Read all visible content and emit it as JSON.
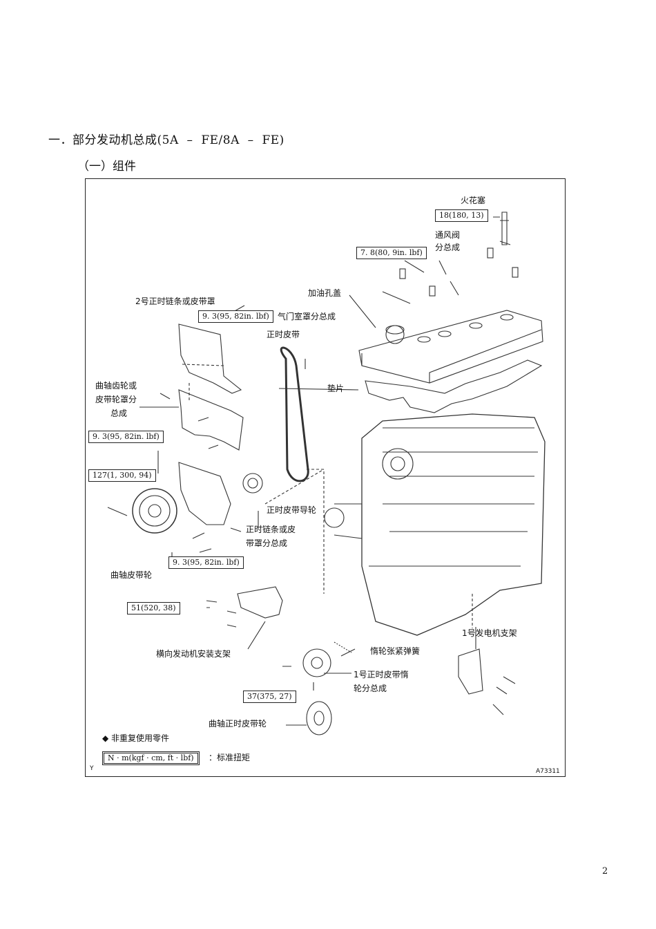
{
  "section_title": "一．部分发动机总成(5A  –  FE/8A  –  FE)",
  "subsection_title": "（一）组件",
  "page_number": "2",
  "figure": {
    "labels": {
      "spark_plug": "火花塞",
      "pcv_valve_line1": "通风阀",
      "pcv_valve_line2": "分总成",
      "oil_filler_cap": "加油孔盖",
      "valve_cover": "气门室罩分总成",
      "timing_belt": "正时皮带",
      "no2_cover": "2号正时链条或皮带罩",
      "crank_cover_line1": "曲轴齿轮或",
      "crank_cover_line2": "皮带轮罩分",
      "crank_cover_line3": "总成",
      "gasket": "垫片",
      "timing_belt_guide": "正时皮带导轮",
      "timing_cover_line1": "正时链条或皮",
      "timing_cover_line2": "带罩分总成",
      "crank_pulley": "曲轴皮带轮",
      "engine_mount": "横向发动机安装支架",
      "idler_spring": "惰轮张紧弹簧",
      "idler_line1": "1号正时皮带惰",
      "idler_line2": "轮分总成",
      "alternator_bracket": "1号发电机支架",
      "crank_timing_pulley": "曲轴正时皮带轮",
      "legend_non_reusable": "◆ 非重复使用零件",
      "legend_standard_torque": "：标准扭矩",
      "figure_code": "A73311",
      "corner_mark": "Y"
    },
    "torques": {
      "spark_plug": "18(180, 13)",
      "valve_cover_nut": "7. 8(80, 9in. lbf)",
      "no2_cover_bolt": "9. 3(95, 82in. lbf)",
      "crank_cover_bolt": "9. 3(95, 82in. lbf)",
      "crank_pulley_bolt": "127(1, 300, 94)",
      "timing_cover_bolt": "9. 3(95, 82in. lbf)",
      "engine_mount_bolt": "51(520, 38)",
      "idler_bolt": "37(375, 27)",
      "legend_unit": "N · m(kgf · cm, ft · lbf)"
    }
  }
}
